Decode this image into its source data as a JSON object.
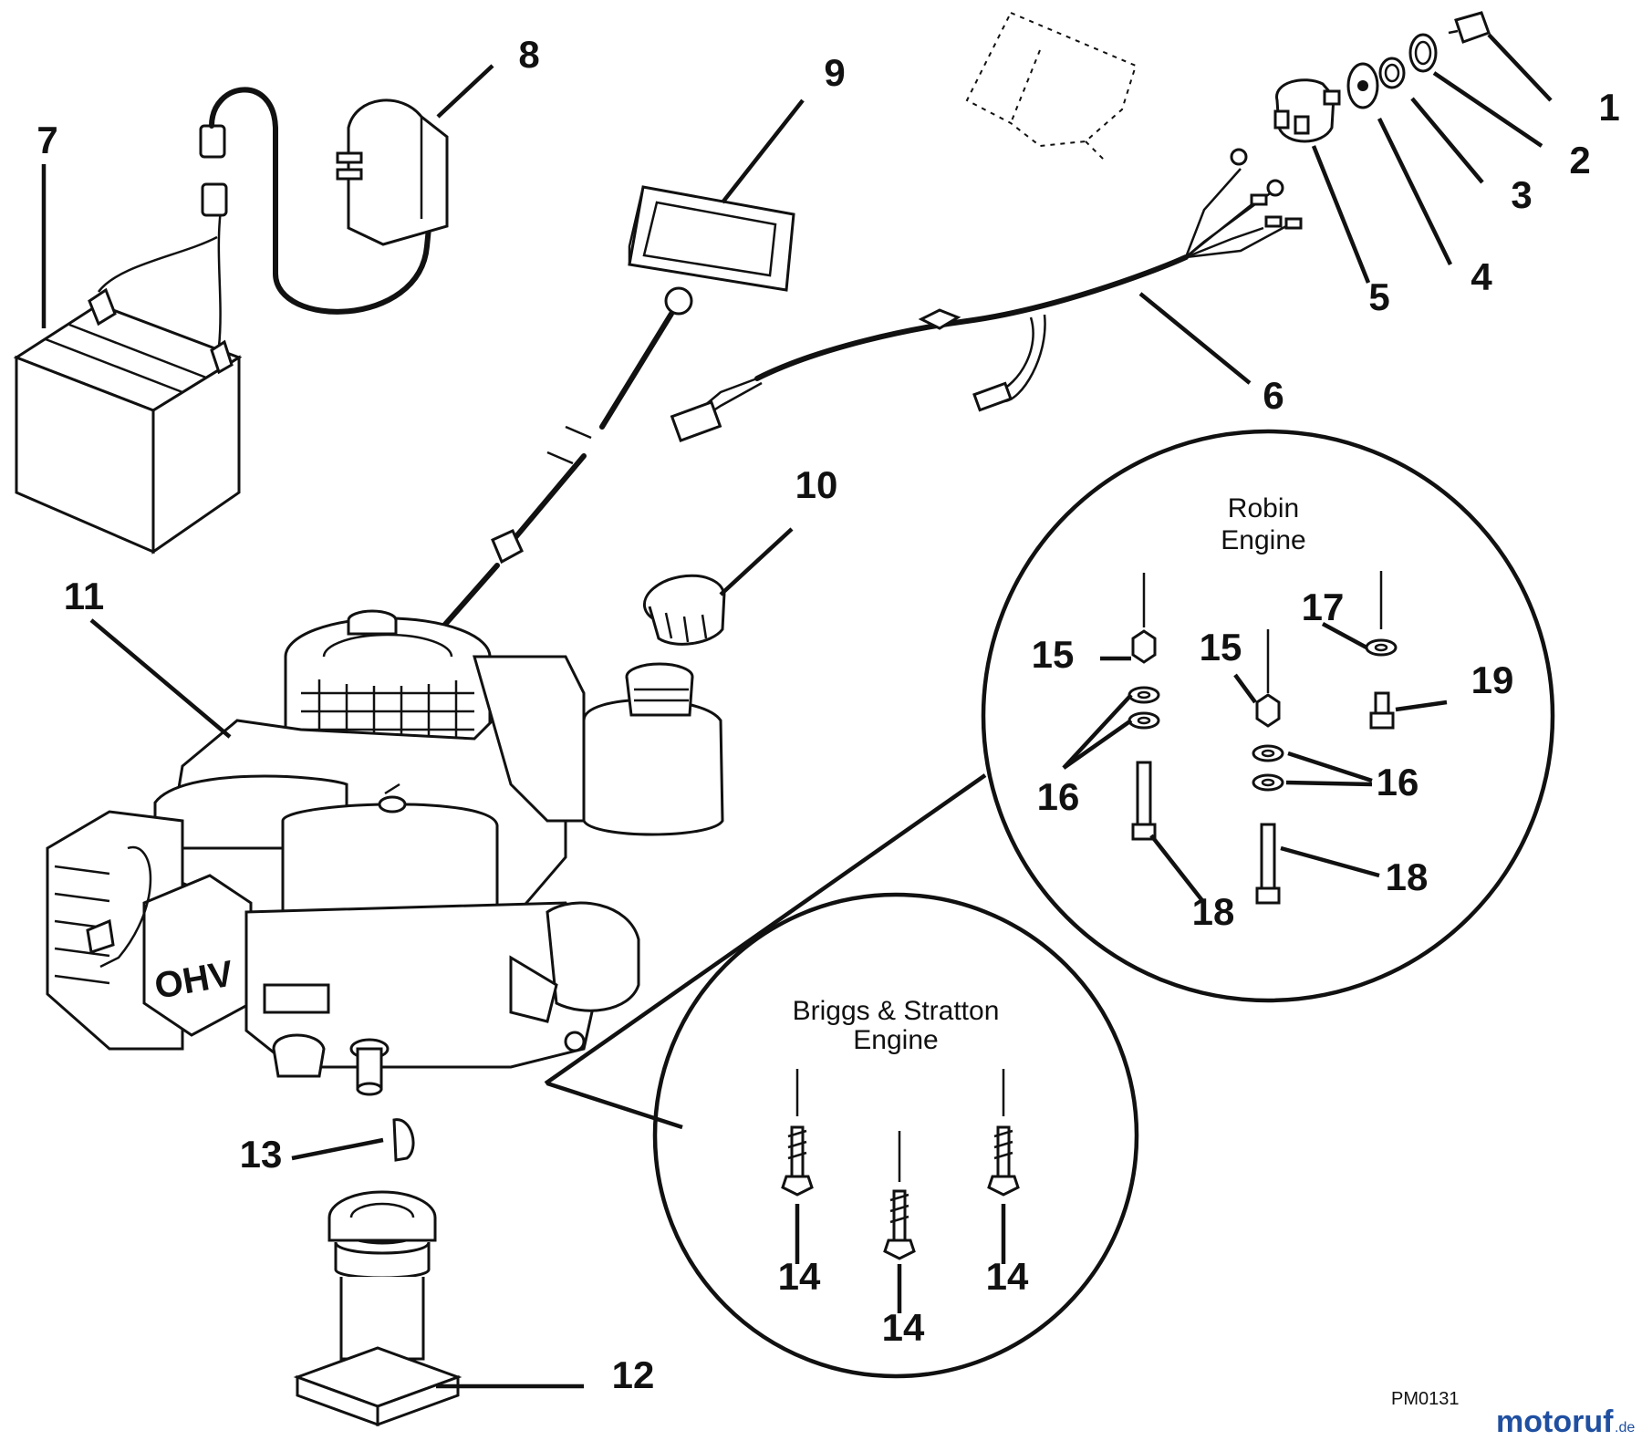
{
  "callouts": {
    "n1": "1",
    "n2": "2",
    "n3": "3",
    "n4": "4",
    "n5": "5",
    "n6": "6",
    "n7": "7",
    "n8": "8",
    "n9": "9",
    "n10": "10",
    "n11": "11",
    "n12": "12",
    "n13": "13",
    "n14a": "14",
    "n14b": "14",
    "n14c": "14",
    "n15a": "15",
    "n15b": "15",
    "n16a": "16",
    "n16b": "16",
    "n17": "17",
    "n18a": "18",
    "n18b": "18",
    "n19": "19"
  },
  "insets": {
    "robin": {
      "line1": "Robin",
      "line2": "Engine"
    },
    "briggs": {
      "line1": "Briggs & Stratton",
      "line2": "Engine"
    }
  },
  "valve_cover_text": "OHV",
  "diagram_code": "PM0131",
  "watermark": {
    "main": "motoruf",
    "suffix": ".de",
    "color": "#1f4fa0"
  }
}
